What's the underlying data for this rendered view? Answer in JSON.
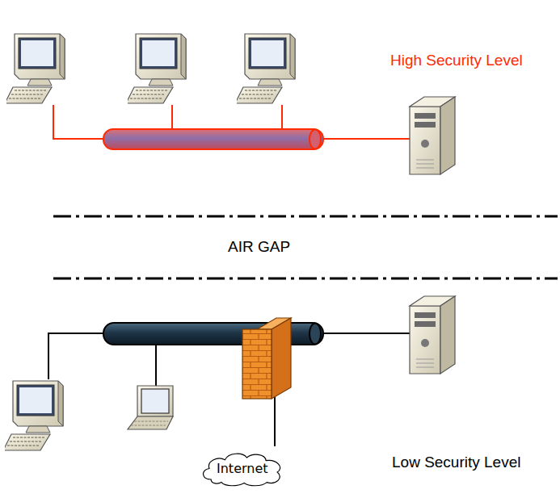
{
  "diagram": {
    "nodes": [
      {
        "text": [
          "Internet"
        ]
      }
    ],
    "labels": [
      "High Security Level",
      "AIR GAP",
      "Low Security Level"
    ]
  }
}
